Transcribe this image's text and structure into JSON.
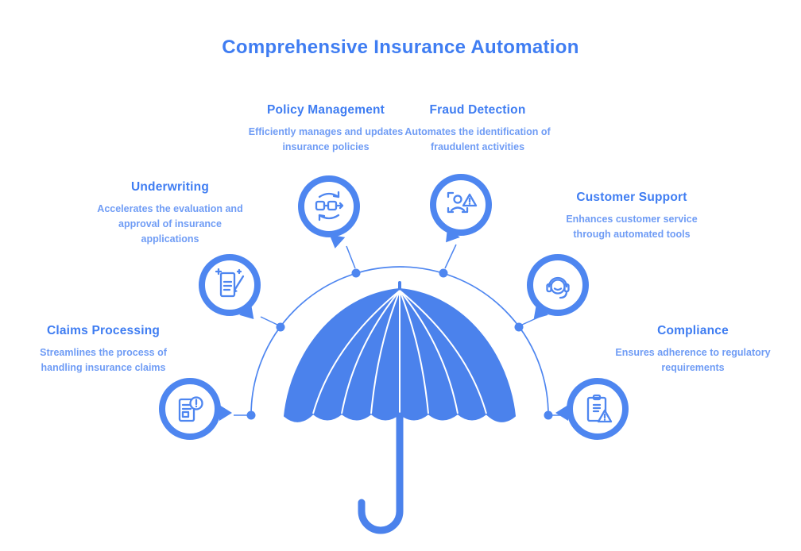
{
  "title": "Comprehensive Insurance Automation",
  "colors": {
    "accent": "#4e86f0",
    "umbrella": "#4b82ec",
    "heading": "#3f7df2",
    "node_title": "#3f7df2",
    "node_description": "#6f9cf5"
  },
  "center_illustration": "umbrella-with-connection-arc",
  "nodes": [
    {
      "id": "policy-management",
      "title": "Policy Management",
      "description": "Efficiently manages and updates insurance policies",
      "icon": "workflow-icon"
    },
    {
      "id": "fraud-detection",
      "title": "Fraud Detection",
      "description": "Automates the identification of fraudulent activities",
      "icon": "person-alert-icon"
    },
    {
      "id": "underwriting",
      "title": "Underwriting",
      "description": "Accelerates the evaluation and approval of insurance applications",
      "icon": "document-pen-icon"
    },
    {
      "id": "customer-support",
      "title": "Customer Support",
      "description": "Enhances customer service through automated tools",
      "icon": "headset-agent-icon"
    },
    {
      "id": "claims-processing",
      "title": "Claims Processing",
      "description": "Streamlines the process of handling insurance claims",
      "icon": "document-alert-icon"
    },
    {
      "id": "compliance",
      "title": "Compliance",
      "description": "Ensures adherence to regulatory requirements",
      "icon": "clipboard-warning-icon"
    }
  ]
}
